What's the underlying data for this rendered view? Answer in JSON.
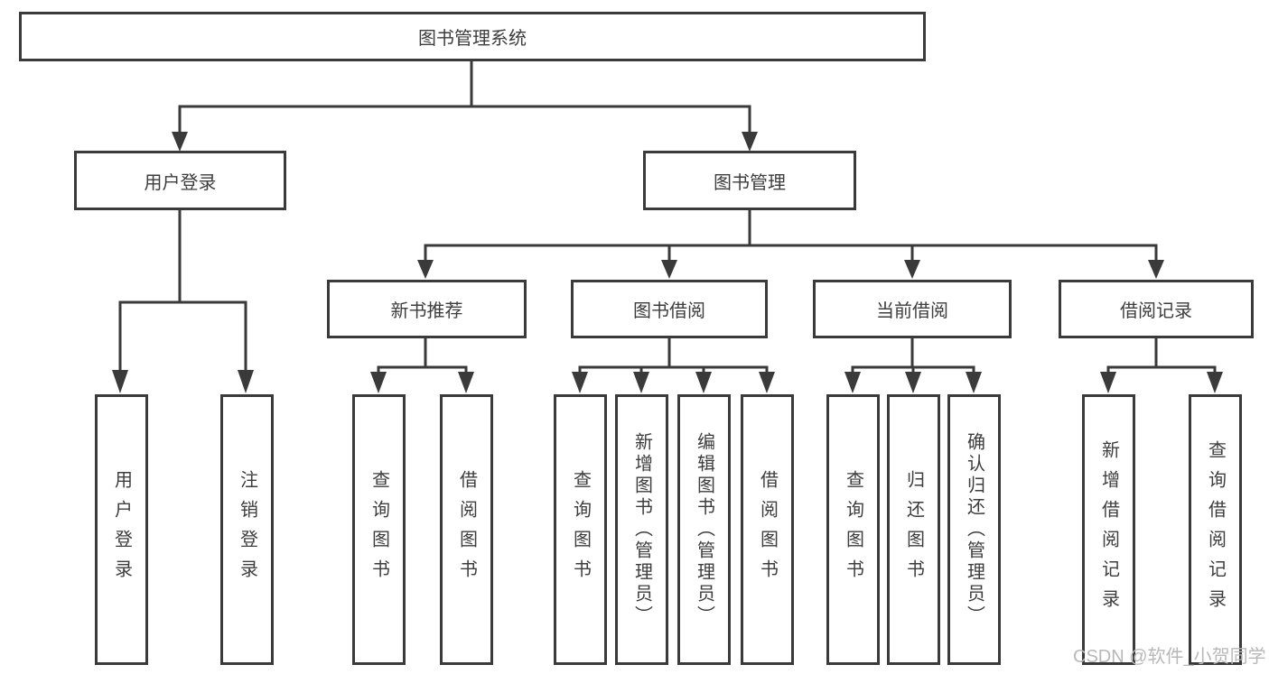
{
  "diagram": {
    "type": "hierarchy-tree",
    "root": {
      "label": "图书管理系统",
      "children": [
        {
          "label": "用户登录",
          "children": [
            {
              "label": "用户登录"
            },
            {
              "label": "注销登录"
            }
          ]
        },
        {
          "label": "图书管理",
          "children": [
            {
              "label": "新书推荐",
              "children": [
                {
                  "label": "查询图书"
                },
                {
                  "label": "借阅图书"
                }
              ]
            },
            {
              "label": "图书借阅",
              "children": [
                {
                  "label": "查询图书"
                },
                {
                  "label": "新增图书（管理员）"
                },
                {
                  "label": "编辑图书（管理员）"
                },
                {
                  "label": "借阅图书"
                }
              ]
            },
            {
              "label": "当前借阅",
              "children": [
                {
                  "label": "查询图书"
                },
                {
                  "label": "归还图书"
                },
                {
                  "label": "确认归还（管理员）"
                }
              ]
            },
            {
              "label": "借阅记录",
              "children": [
                {
                  "label": "新增借阅记录"
                },
                {
                  "label": "查询借阅记录"
                }
              ]
            }
          ]
        }
      ]
    }
  },
  "watermark": {
    "text": "CSDN @软件_小贺同学"
  },
  "colors": {
    "line": "#3a3a3a",
    "text": "#3d3d3d",
    "box_background": "#ffffff",
    "watermark": "#b8b8b8",
    "background": "#ffffff"
  }
}
